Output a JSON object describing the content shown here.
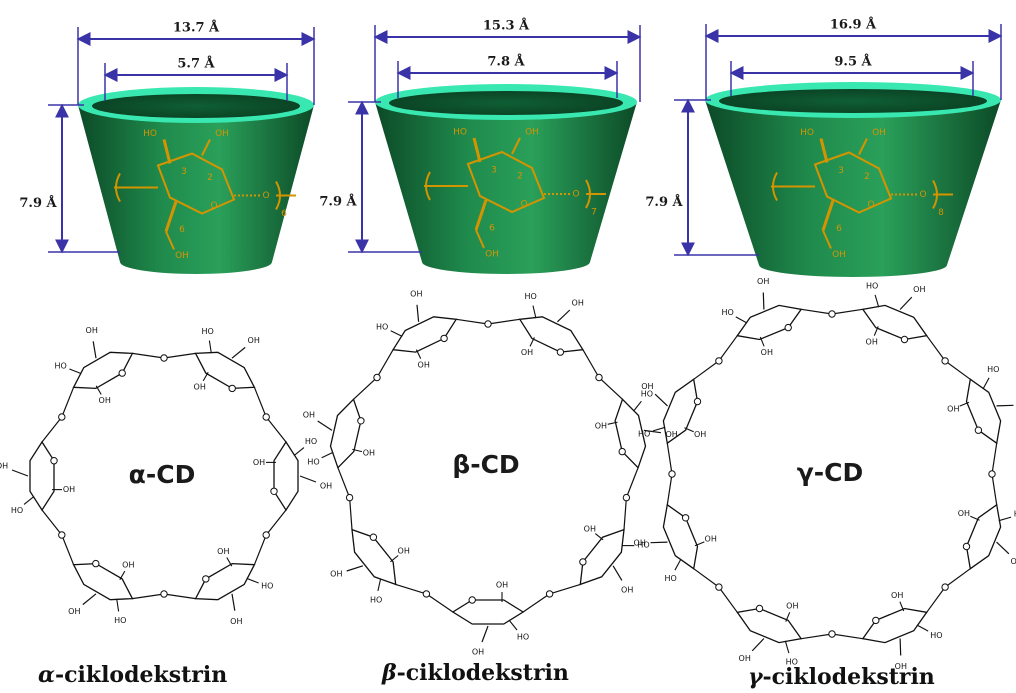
{
  "cones": [
    {
      "outer": "13.7 Å",
      "inner": "5.7 Å",
      "height": "7.9 Å",
      "repeat": "6"
    },
    {
      "outer": "15.3 Å",
      "inner": "7.8 Å",
      "height": "7.9 Å",
      "repeat": "7"
    },
    {
      "outer": "16.9 Å",
      "inner": "9.5 Å",
      "height": "7.9 Å",
      "repeat": "8"
    }
  ],
  "rings": [
    {
      "label": "α-CD",
      "units": 6
    },
    {
      "label": "β-CD",
      "units": 7
    },
    {
      "label": "γ-CD",
      "units": 8
    }
  ],
  "captions": [
    {
      "symbol": "α",
      "text": "-ciklodekstrin"
    },
    {
      "symbol": "β",
      "text": "-ciklodekstrin"
    },
    {
      "symbol": "γ",
      "text": "-ciklodekstrin"
    }
  ],
  "molecule_labels": {
    "ho": "HO",
    "oh": "OH",
    "ring_o": "O",
    "c2": "2",
    "c3": "3",
    "c6": "6"
  },
  "colors": {
    "cone_body": "#1f8a4c",
    "cone_dark": "#0f5a30",
    "cone_rim": "#39e8b0",
    "dimension_line": "#3a33a8",
    "molecule_overlay": "#d49400",
    "ring_stroke": "#111111"
  }
}
